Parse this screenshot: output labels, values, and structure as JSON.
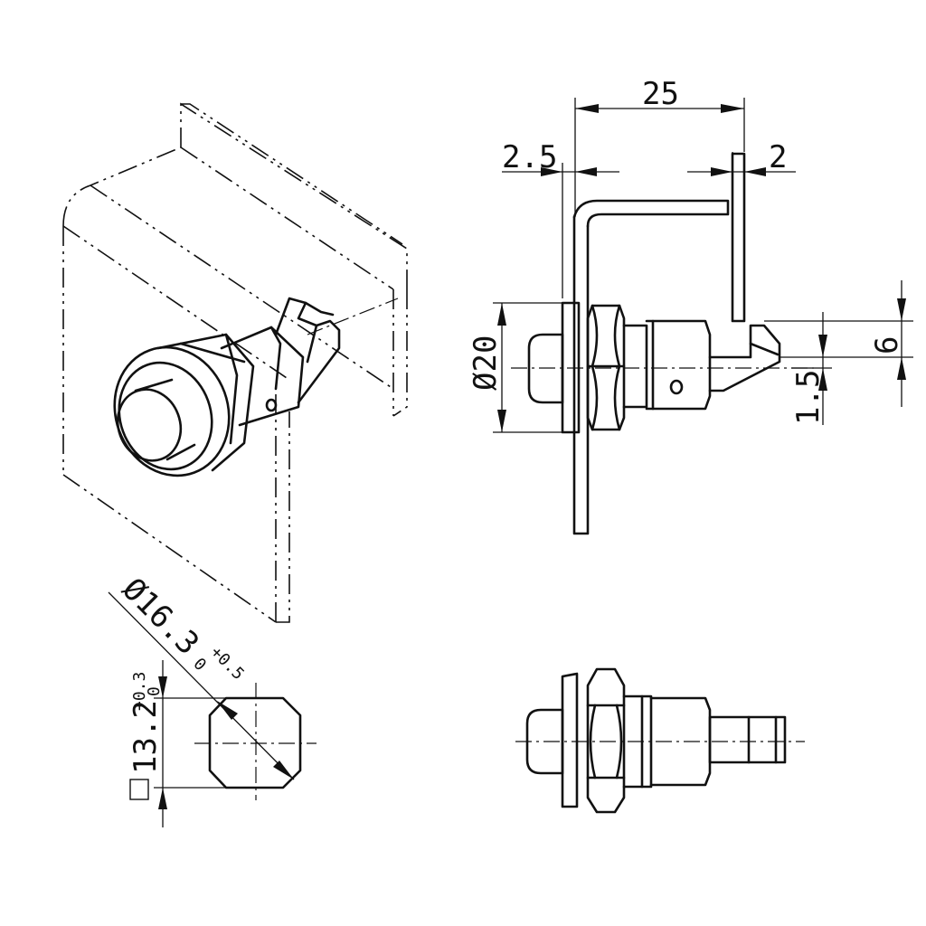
{
  "dimensions": {
    "width_total": "25",
    "thickness_left": "2.5",
    "thickness_right": "2",
    "diameter": "Ø20",
    "hook_height": "6",
    "hook_offset": "1.5",
    "cutout_diameter": "Ø16.3",
    "cutout_diameter_tol_upper": "+0.5",
    "cutout_diameter_tol_lower": "0",
    "cutout_square": "13.2",
    "cutout_square_tol_upper": "+0.3",
    "cutout_square_tol_lower": "0"
  }
}
